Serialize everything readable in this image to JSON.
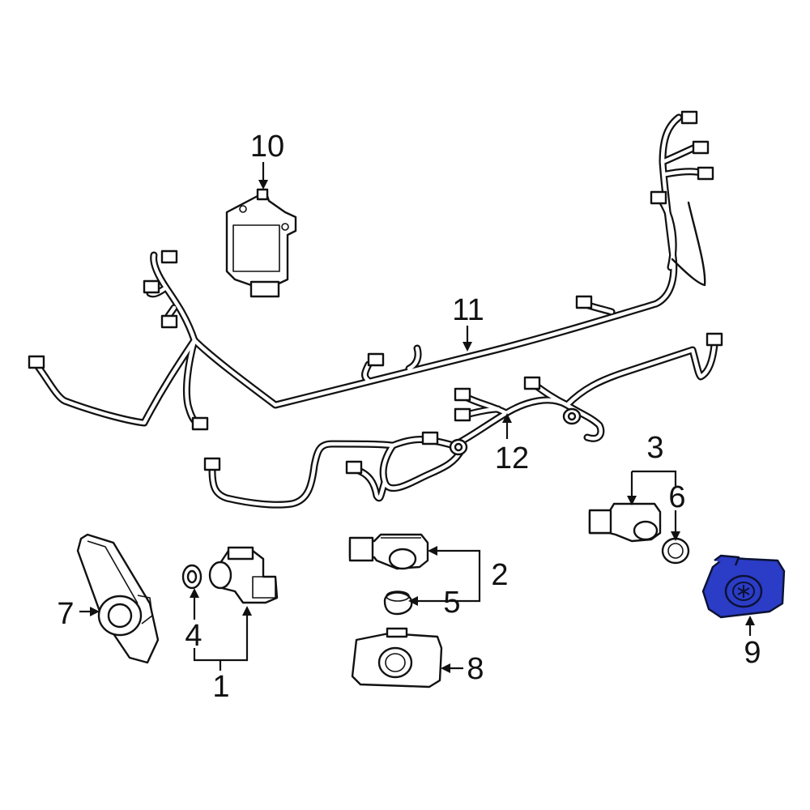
{
  "callouts": [
    {
      "id": "1",
      "label": "1"
    },
    {
      "id": "2",
      "label": "2"
    },
    {
      "id": "3",
      "label": "3"
    },
    {
      "id": "4",
      "label": "4"
    },
    {
      "id": "5",
      "label": "5"
    },
    {
      "id": "6",
      "label": "6"
    },
    {
      "id": "7",
      "label": "7"
    },
    {
      "id": "8",
      "label": "8"
    },
    {
      "id": "9",
      "label": "9"
    },
    {
      "id": "10",
      "label": "10"
    },
    {
      "id": "11",
      "label": "11"
    },
    {
      "id": "12",
      "label": "12"
    }
  ],
  "colors": {
    "line": "#111111",
    "highlight": "#2b3cc6",
    "background": "#ffffff"
  },
  "highlighted_part": "9"
}
